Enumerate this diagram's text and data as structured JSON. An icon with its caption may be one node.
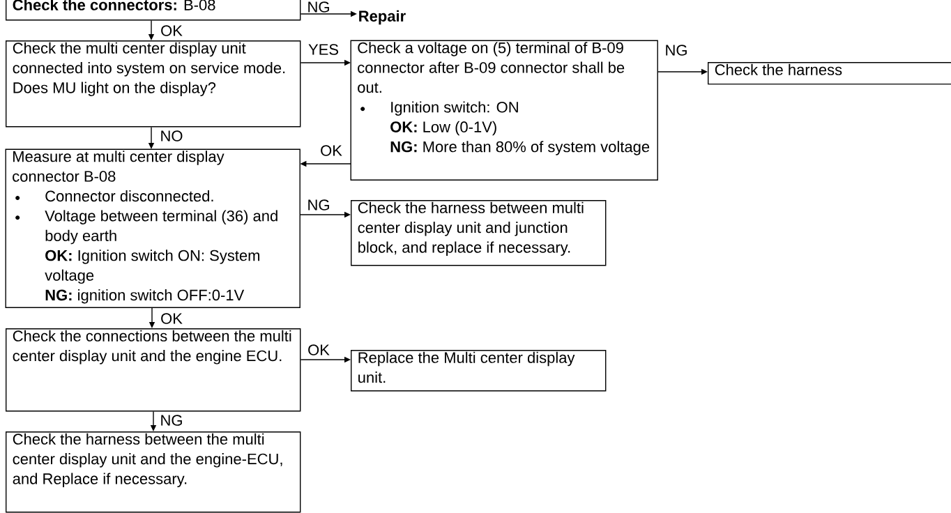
{
  "diagram": {
    "nodes": [
      {
        "text": [
          "**Check the connectors:** B-08"
        ]
      },
      {
        "text": [
          "Repair"
        ]
      },
      {
        "text": [
          "Check the multi center display unit connected into system on service mode.",
          "Does MU light on the display?"
        ]
      },
      {
        "text": [
          "Check a voltage on (5) terminal of B-09 connector after B-09 connector shall be out.",
          "Ignition switch: ON",
          "**OK:** Low (0-1V)",
          "**NG:** More than 80% of system voltage"
        ]
      },
      {
        "text": [
          "Check the harness"
        ]
      },
      {
        "text": [
          "Measure at multi center display connector B-08",
          "Connector disconnected.",
          "Voltage between terminal (36) and body earth",
          "**OK:** Ignition switch ON: System voltage",
          "**NG:** ignition switch OFF:0-1V"
        ]
      },
      {
        "text": [
          "Check the harness between multi center display unit and junction block, and replace if necessary."
        ]
      },
      {
        "text": [
          "Check the connections between the multi center display unit and the engine ECU."
        ]
      },
      {
        "text": [
          "Replace the Multi center display unit."
        ]
      },
      {
        "text": [
          "Check the harness between the multi center display unit and the engine-ECU, and Replace if necessary."
        ]
      }
    ],
    "edges": [
      {
        "from": 0,
        "to": 1,
        "arrow": "to",
        "label": "NG"
      },
      {
        "from": 0,
        "to": 2,
        "arrow": "to",
        "label": "OK"
      },
      {
        "from": 2,
        "to": 3,
        "arrow": "to",
        "label": "YES"
      },
      {
        "from": 3,
        "to": 4,
        "arrow": "to",
        "label": "NG"
      },
      {
        "from": 2,
        "to": 5,
        "arrow": "to",
        "label": "NO"
      },
      {
        "from": 3,
        "to": 5,
        "arrow": "to",
        "label": "OK"
      },
      {
        "from": 5,
        "to": 6,
        "arrow": "to",
        "label": "NG"
      },
      {
        "from": 5,
        "to": 7,
        "arrow": "to",
        "label": "OK"
      },
      {
        "from": 7,
        "to": 8,
        "arrow": "to",
        "label": "OK"
      },
      {
        "from": 7,
        "to": 9,
        "arrow": "to",
        "label": "NG"
      }
    ]
  }
}
